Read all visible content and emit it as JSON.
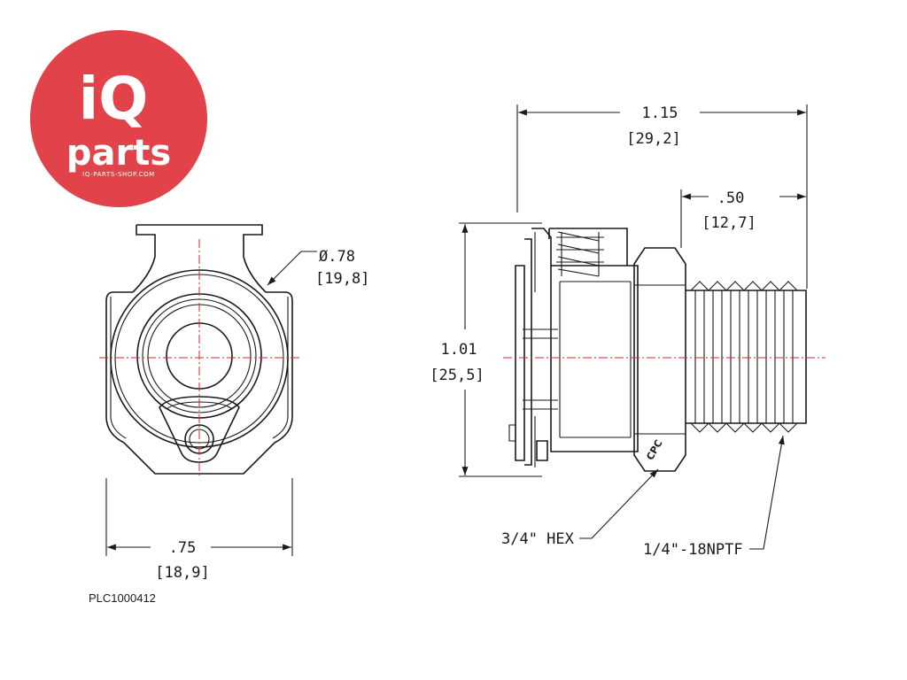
{
  "logo": {
    "brand_iq": "iQ",
    "brand_parts": "parts",
    "website": "IQ-PARTS-SHOP.COM",
    "colors": {
      "badge": "#e2434b",
      "text": "#ffffff"
    }
  },
  "part_number": "PLC1000412",
  "front_view": {
    "diameter": {
      "inch": "Ø.78",
      "mm": "[19,8]"
    },
    "width": {
      "inch": ".75",
      "mm": "[18,9]"
    }
  },
  "side_view": {
    "overall_length": {
      "inch": "1.15",
      "mm": "[29,2]"
    },
    "thread_length": {
      "inch": ".50",
      "mm": "[12,7]"
    },
    "height": {
      "inch": "1.01",
      "mm": "[25,5]"
    },
    "hex_callout": "3/4\" HEX",
    "thread_callout": "1/4\"-18NPTF",
    "marking": "CPC"
  },
  "colors": {
    "line": "#1a1a1a",
    "centerline": "#d9262b"
  }
}
